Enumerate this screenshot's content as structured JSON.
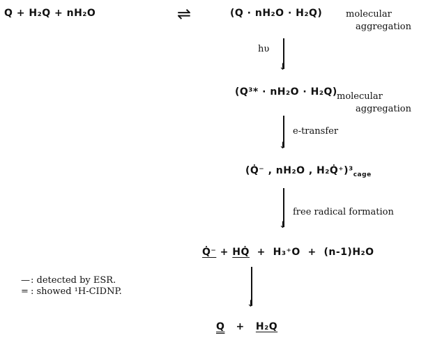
{
  "reaction": {
    "r1_lhs": "Q  +  H₂Q  +  nH₂O",
    "r1_equilibrium": "⇌",
    "r1_rhs": "(Q · nH₂O · H₂Q)",
    "r1_note_1": "molecular",
    "r1_note_2": "aggregation",
    "step1_label": "hυ",
    "r2_rhs": "(Q³* · nH₂O · H₂Q)",
    "r2_note_1": "molecular",
    "r2_note_2": "aggregation",
    "step2_label": "e-transfer",
    "r3": "(Q̇⁻ , nH₂O , H₂Q̇⁺)³",
    "r3_sub": "cage",
    "step3_label": "free radical formation",
    "r4_q": "Q̇⁻",
    "r4_hq": "HQ̇",
    "r4_h3o": "H₃⁺O",
    "r4_rest": "(n-1)H₂O",
    "plus": "+",
    "r5_q": "Q",
    "r5_h2q": "H₂Q"
  },
  "legend": {
    "single_symbol": "—",
    "single_text": ": detected by ESR.",
    "double_symbol": "=",
    "double_text": ": showed ¹H-CIDNP."
  }
}
